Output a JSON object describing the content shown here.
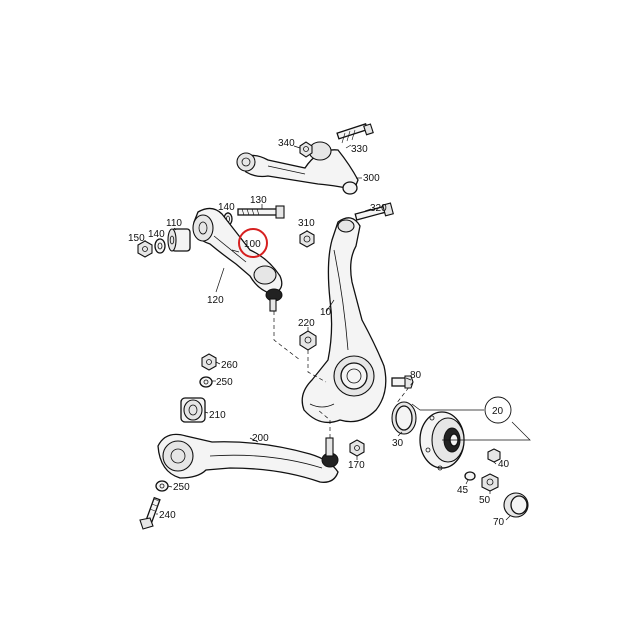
{
  "diagram": {
    "highlight_color": "#d62020",
    "highlighted_part": "100",
    "labels": {
      "p340": "340",
      "p330": "330",
      "p300": "300",
      "p130": "130",
      "p140a": "140",
      "p320": "320",
      "p310": "310",
      "p110": "110",
      "p140b": "140",
      "p150": "150",
      "p100": "100",
      "p120": "120",
      "p10": "10",
      "p220": "220",
      "p260": "260",
      "p250a": "250",
      "p210": "210",
      "p80": "80",
      "p200": "200",
      "p20": "20",
      "p30": "30",
      "p170": "170",
      "p40": "40",
      "p250b": "250",
      "p45": "45",
      "p50": "50",
      "p240": "240",
      "p70": "70"
    }
  }
}
